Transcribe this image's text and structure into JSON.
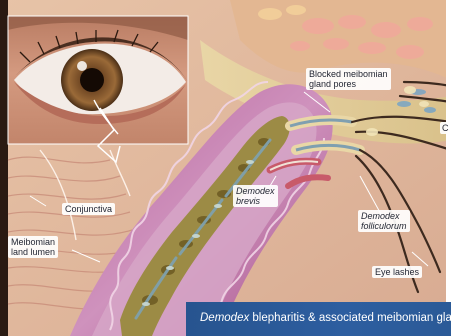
{
  "labels": {
    "blocked_pores_line1": "Blocked meibomian",
    "blocked_pores_line2": "gland pores",
    "conjunctiva": "Conjunctiva",
    "meibomian_lumen_line1": "Meibomian",
    "meibomian_lumen_line2": "land lumen",
    "demodex_brevis_line1": "Demodex",
    "demodex_brevis_line2": "brevis",
    "demodex_follic_line1": "Demodex",
    "demodex_follic_line2": "folliculorum",
    "eye_lashes": "Eye lashes",
    "cut_right_letter": "C"
  },
  "caption": {
    "italic_part": "Demodex",
    "rest": " blepharitis & associated meibomian gland"
  },
  "colors": {
    "caption_bar": "#2b5a97",
    "label_bg": "#ffffff",
    "tissue_pink": "#c98bb8",
    "gland_yellow": "#c9b56a"
  }
}
